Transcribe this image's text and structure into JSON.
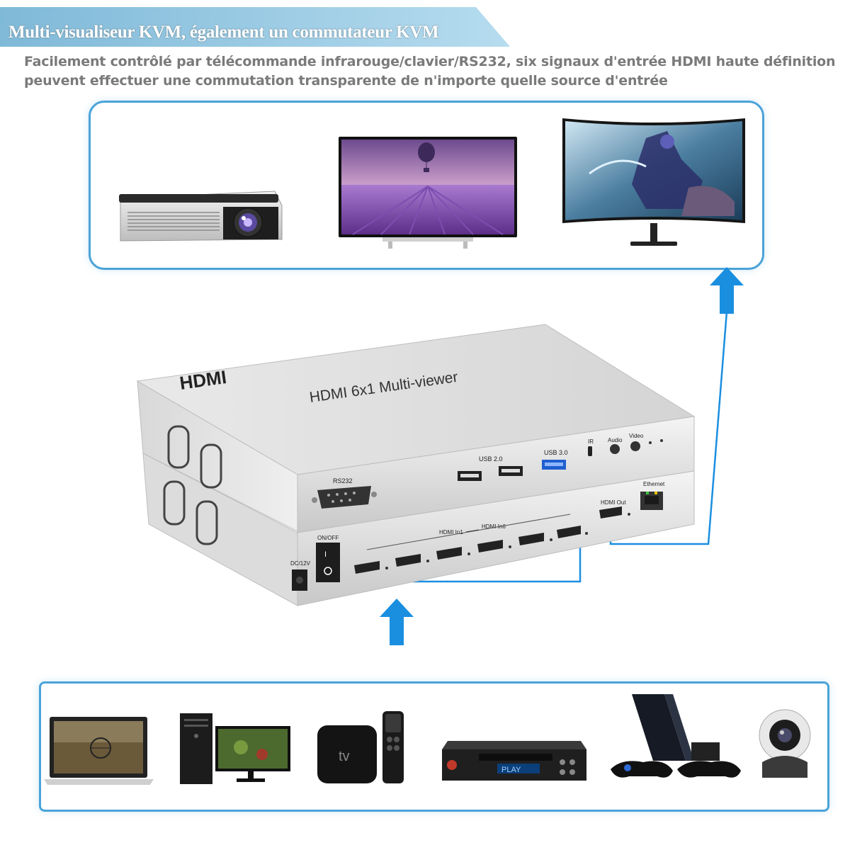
{
  "banner": {
    "title": "Multi-visualiseur KVM, également un commutateur KVM"
  },
  "subtitle": {
    "text": "Facilement contrôlé par télécommande infrarouge/clavier/RS232, six signaux d'entrée HDMI haute définition peuvent effectuer une commutation transparente de n'importe quelle source d'entrée"
  },
  "device": {
    "logo": "HDMI",
    "model": "HDMI 6x1 Multi-viewer",
    "ports": {
      "rs232": "RS232",
      "usb2": "USB 2.0",
      "usb3": "USB 3.0",
      "ir": "IR",
      "audio": "Audio",
      "video": "Video",
      "ethernet": "Ethernet",
      "hdmi_out": "HDMI Out",
      "on_off": "ON/OFF",
      "dc": "DC/12V",
      "hdmi_in": "HDMI In1",
      "hdmi_in_end": "HDMI In6"
    }
  },
  "outputs_labels": {
    "tv_box": "tv",
    "dvd": "PLAY"
  },
  "colors": {
    "accent": "#4aa3d8",
    "arrow": "#1a8fe0",
    "banner": "#8fc8e6"
  }
}
